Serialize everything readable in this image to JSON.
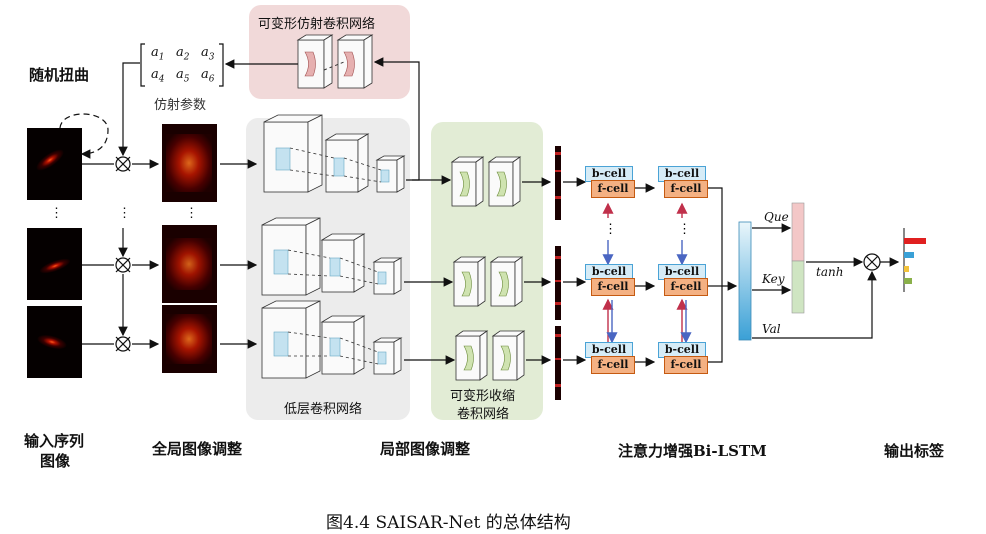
{
  "labels": {
    "random_distortion": "随机扭曲",
    "affine_params": "仿射参数",
    "deformable_affine_conv_net": "可变形仿射卷积网络",
    "low_level_conv_net": "低层卷积网络",
    "deformable_shrink_conv_net_line1": "可变形收缩",
    "deformable_shrink_conv_net_line2": "卷积网络",
    "input_seq_line1": "输入序列",
    "input_seq_line2": "图像",
    "global_adjust": "全局图像调整",
    "local_adjust": "局部图像调整",
    "attention_bilstm": "注意力增强Bi-LSTM",
    "output_label": "输出标签",
    "caption": "图4.4  SAISAR-Net 的总体结构"
  },
  "matrix": {
    "row1": [
      "a1",
      "a2",
      "a3"
    ],
    "row2": [
      "a4",
      "a5",
      "a6"
    ]
  },
  "lstm": {
    "b_cell": "b-cell",
    "f_cell": "f-cell",
    "que": "Que",
    "key": "Key",
    "val": "Val",
    "tanh": "tanh",
    "vdots": "⋮"
  },
  "symbols": {
    "multiply": "⊗",
    "vdots": "⋮"
  },
  "colors": {
    "affine_panel": "#f1d9d9",
    "low_panel": "#ececec",
    "shrink_panel": "#e2ecd5",
    "b_cell_fill": "#d6ecf7",
    "b_cell_border": "#4aa3d6",
    "f_cell_fill": "#f4b183",
    "f_cell_border": "#c55a11",
    "arrow_red": "#c0304b",
    "arrow_blue": "#4a66c2",
    "bar_red": "#e02020",
    "bar_blue": "#3aa0d6",
    "bar_yellow": "#f2c23a",
    "bar_green": "#8ab04a",
    "que_fill": "#f3c7c7",
    "key_fill": "#cfe5c2"
  }
}
